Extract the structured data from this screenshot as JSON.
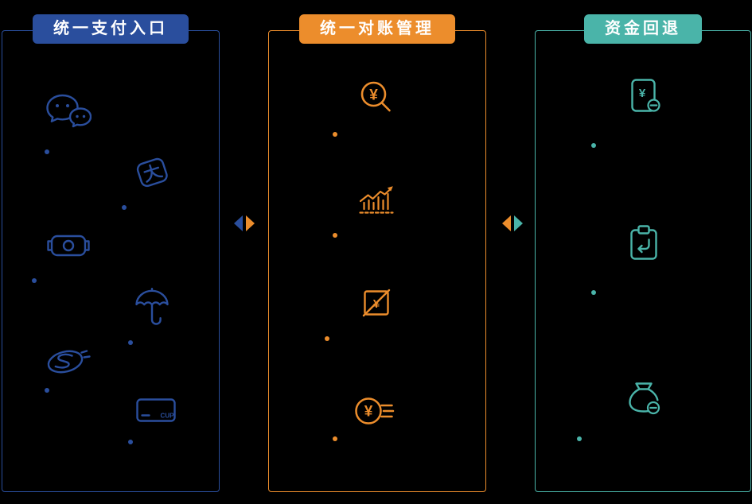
{
  "diagram": {
    "background": "#000000",
    "glyphs": {
      "yuan": "¥",
      "cup": "CUP"
    },
    "columns": [
      {
        "title": "统一支付入口",
        "accent": "#2a4e9d",
        "icons": [
          "wechat-pay-icon",
          "alipay-icon",
          "pos-terminal-icon",
          "insurance-umbrella-icon",
          "quickpass-icon",
          "unionpay-card-icon"
        ]
      },
      {
        "title": "统一对账管理",
        "accent": "#ec8d2c",
        "icons": [
          "search-yuan-icon",
          "trend-bar-chart-icon",
          "bill-cancel-icon",
          "coin-transfer-icon"
        ]
      },
      {
        "title": "资金回退",
        "accent": "#4ab4a9",
        "icons": [
          "card-refund-icon",
          "order-return-icon",
          "moneybag-refund-icon"
        ]
      }
    ]
  }
}
